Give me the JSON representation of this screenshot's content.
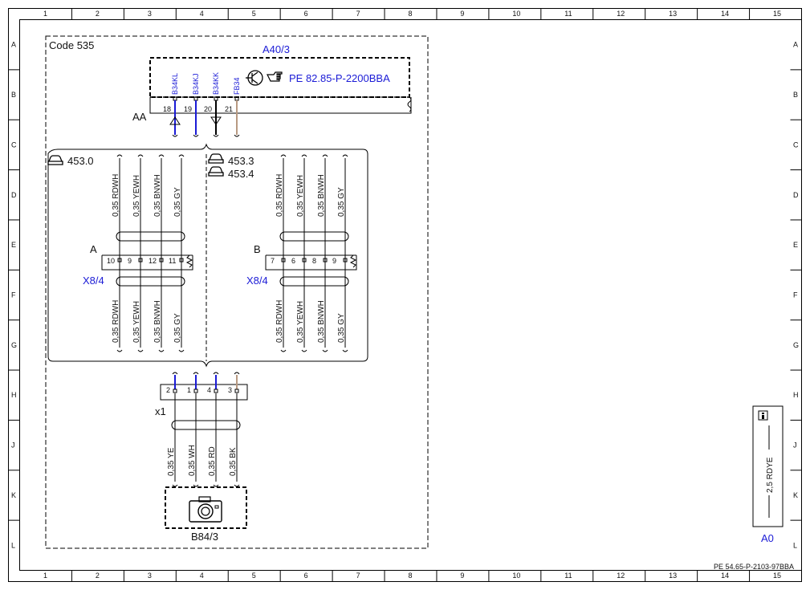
{
  "frame": {
    "columns": [
      "1",
      "2",
      "3",
      "4",
      "5",
      "6",
      "7",
      "8",
      "9",
      "10",
      "11",
      "12",
      "13",
      "14",
      "15"
    ],
    "rows": [
      "A",
      "B",
      "C",
      "D",
      "E",
      "F",
      "G",
      "H",
      "J",
      "K",
      "L"
    ]
  },
  "code_box": {
    "label": "Code 535"
  },
  "control_unit": {
    "name": "A40/3",
    "reference": "PE 82.85-P-2200BBA",
    "connector": "AA",
    "pins": [
      "18",
      "19",
      "20",
      "21"
    ],
    "signals": [
      "B34KL",
      "B34KJ",
      "B34KK",
      "FB34"
    ]
  },
  "variants": {
    "left_label": "453.0",
    "right_labels": [
      "453.3",
      "453.4"
    ]
  },
  "left_block": {
    "connector_letter": "A",
    "connector_name": "X8/4",
    "pins": [
      "10",
      "9",
      "12",
      "11"
    ],
    "wires_top": [
      "0,35 RDWH",
      "0,35 YEWH",
      "0,35 BNWH",
      "0,35 GY"
    ],
    "wires_bottom": [
      "0,35 RDWH",
      "0,35 YEWH",
      "0,35 BNWH",
      "0,35 GY"
    ]
  },
  "right_block": {
    "connector_letter": "B",
    "connector_name": "X8/4",
    "pins": [
      "7",
      "6",
      "8",
      "9"
    ],
    "wires_top": [
      "0,35 RDWH",
      "0,35 YEWH",
      "0,35 BNWH",
      "0,35 GY"
    ],
    "wires_bottom": [
      "0,35 RDWH",
      "0,35 YEWH",
      "0,35 BNWH",
      "0,35 GY"
    ]
  },
  "camera_connector": {
    "name": "x1",
    "pins": [
      "2",
      "1",
      "4",
      "3"
    ],
    "wires": [
      "0,35 YE",
      "0,35 WH",
      "0,35 RD",
      "0,35 BK"
    ]
  },
  "camera": {
    "name": "B84/3"
  },
  "ground_box": {
    "wire": "2,5 RDYE",
    "name": "A0"
  },
  "footer": {
    "reference": "PE 54.65-P-2103-97BBA"
  },
  "colors": {
    "blue": "#1b1bd6",
    "tan": "#b89a82",
    "frame": "#000000"
  },
  "icons": [
    "car-icon",
    "transistor-icon",
    "pointing-hand-icon",
    "camera-icon",
    "info-icon"
  ]
}
